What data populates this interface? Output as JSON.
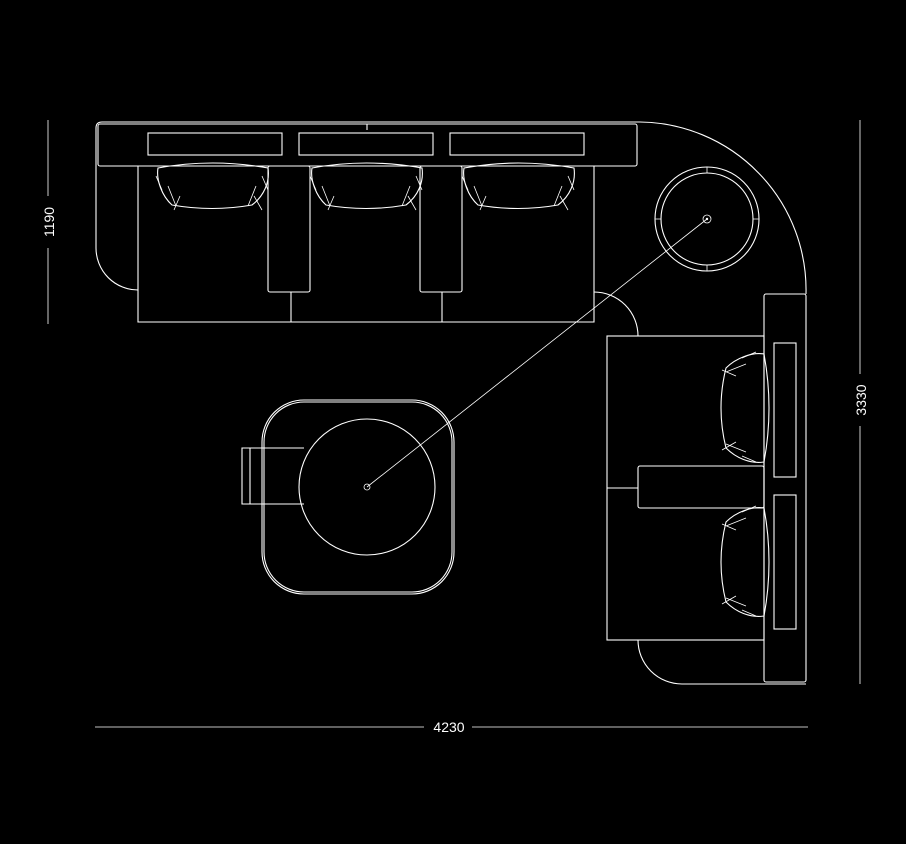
{
  "dimensions": {
    "overall_width": "4230",
    "overall_depth": "3330",
    "module_depth": "1190"
  },
  "colors": {
    "background": "#000000",
    "line": "#ffffff"
  },
  "icons": {
    "round-table": "circle",
    "ottoman": "rounded-square"
  }
}
